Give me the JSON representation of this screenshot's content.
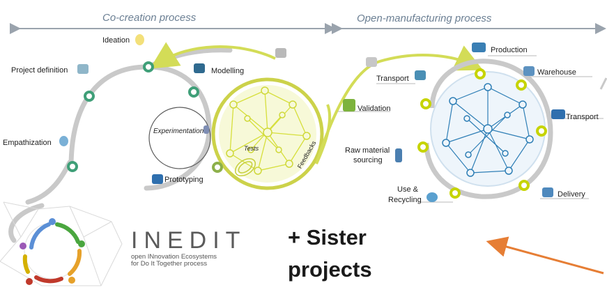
{
  "headers": {
    "co_creation": "Co-creation process",
    "open_manufacturing": "Open-manufacturing process"
  },
  "co_creation_steps": {
    "ideation": "Ideation",
    "project_definition": "Project definition",
    "modelling": "Modelling",
    "experimentation": "Experimentation",
    "empathization": "Empathization",
    "tests": "Tests",
    "prototyping": "Prototyping",
    "feedbacks": "Feedbacks"
  },
  "manufacturing_steps": {
    "transport_top": "Transport",
    "production": "Production",
    "warehouse": "Warehouse",
    "validation": "Validation",
    "transport_right": "Transport",
    "raw_material_line1": "Raw material",
    "raw_material_line2": "sourcing",
    "use_recycling_line1": "Use &",
    "use_recycling_line2": "Recycling",
    "delivery": "Delivery"
  },
  "branding": {
    "title": "INEDIT",
    "subtitle_line1": "open INnovation Ecosystems",
    "subtitle_line2": "for Do It Together process"
  },
  "callout": {
    "line1": "+ Sister",
    "line2": "projects"
  },
  "colors": {
    "ring_green": "#3f9f78",
    "ring_yellow": "#c6d400",
    "yellow_net": "#d6df3a",
    "blue_net": "#2f7fb6",
    "arrow_orange": "#e67e35",
    "header_text": "#6b7f93"
  }
}
